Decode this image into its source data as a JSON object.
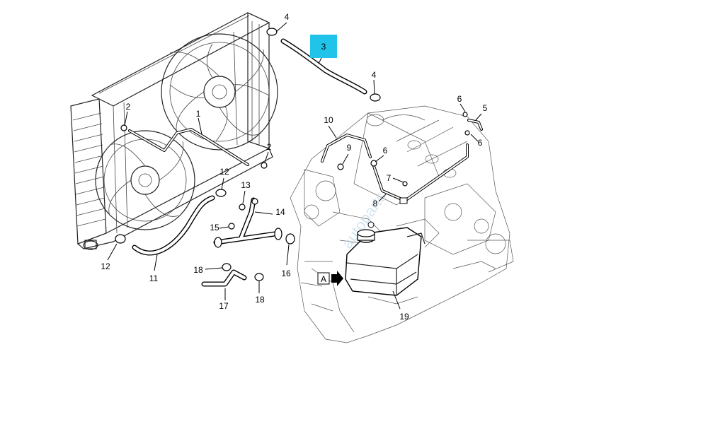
{
  "diagram": {
    "highlight_color": "#21c3e8",
    "callouts": [
      {
        "id": "c1",
        "text": "1"
      },
      {
        "id": "c2a",
        "text": "2"
      },
      {
        "id": "c2b",
        "text": "2"
      },
      {
        "id": "c3",
        "text": "3"
      },
      {
        "id": "c4a",
        "text": "4"
      },
      {
        "id": "c4b",
        "text": "4"
      },
      {
        "id": "c5",
        "text": "5"
      },
      {
        "id": "c6a",
        "text": "6"
      },
      {
        "id": "c6b",
        "text": "6"
      },
      {
        "id": "c6c",
        "text": "6"
      },
      {
        "id": "c7",
        "text": "7"
      },
      {
        "id": "c8",
        "text": "8"
      },
      {
        "id": "c9",
        "text": "9"
      },
      {
        "id": "c10",
        "text": "10"
      },
      {
        "id": "c11",
        "text": "11"
      },
      {
        "id": "c12a",
        "text": "12"
      },
      {
        "id": "c12b",
        "text": "12"
      },
      {
        "id": "c13",
        "text": "13"
      },
      {
        "id": "c14",
        "text": "14"
      },
      {
        "id": "c15",
        "text": "15"
      },
      {
        "id": "c16",
        "text": "16"
      },
      {
        "id": "c17",
        "text": "17"
      },
      {
        "id": "c18a",
        "text": "18"
      },
      {
        "id": "c18b",
        "text": "18"
      },
      {
        "id": "c19",
        "text": "19"
      }
    ],
    "view_marker": "A"
  }
}
